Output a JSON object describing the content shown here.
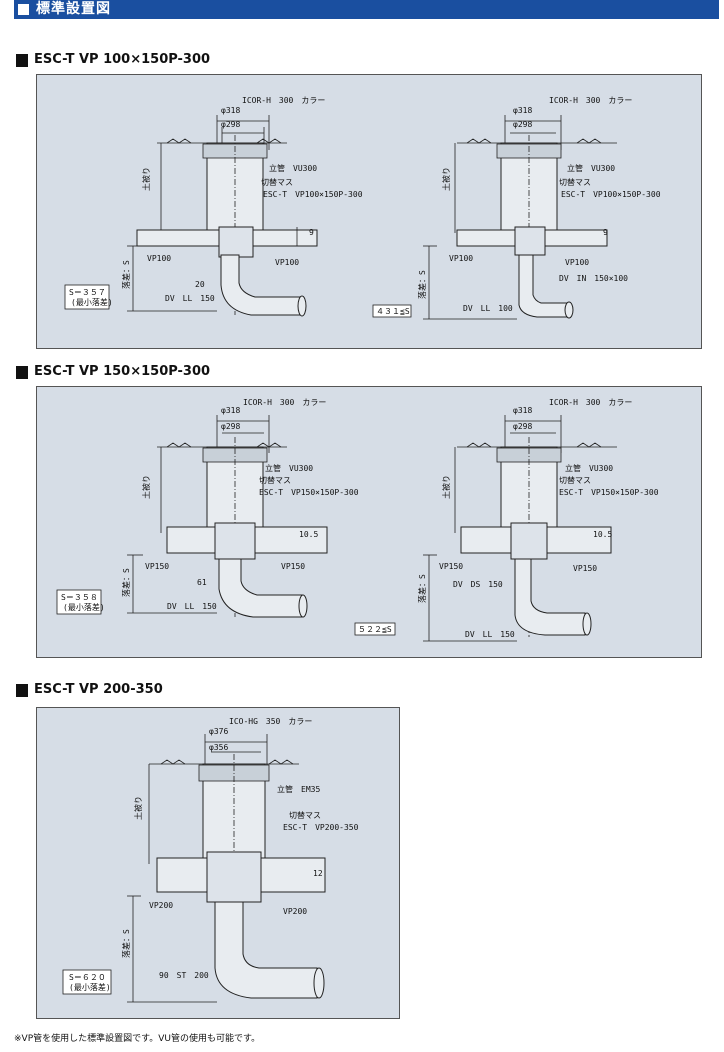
{
  "header": {
    "title": "標準設置図"
  },
  "diagrams": [
    {
      "title": "ESC-T VP 100×150P-300",
      "left": {
        "collar": "ICOR-H　300　カラー",
        "outer_dia": "φ318",
        "inner_dia": "φ298",
        "earth_cover": "土被り",
        "riser": "立管　VU300",
        "switch_label": "切替マス",
        "model": "ESC-T　VP100×150P-300",
        "dim_side": "9",
        "pipe_left": "VP100",
        "pipe_right": "VP100",
        "dim_lower": "20",
        "drop": "落差：S",
        "elbow": "DV　LL　150",
        "s_value": "S＝３５７",
        "s_note": "(最小落差)"
      },
      "right": {
        "collar": "ICOR-H　300　カラー",
        "outer_dia": "φ318",
        "inner_dia": "φ298",
        "earth_cover": "土被り",
        "riser": "立管　VU300",
        "switch_label": "切替マス",
        "model": "ESC-T　VP100×150P-300",
        "dim_side": "9",
        "pipe_left": "VP100",
        "pipe_right": "VP100",
        "fitting": "DV　IN　150×100",
        "drop": "落差：S",
        "elbow": "DV　LL　100",
        "s_range": "４３１≦S"
      }
    },
    {
      "title": "ESC-T VP 150×150P-300",
      "left": {
        "collar": "ICOR-H　300　カラー",
        "outer_dia": "φ318",
        "inner_dia": "φ298",
        "earth_cover": "土被り",
        "riser": "立管　VU300",
        "switch_label": "切替マス",
        "model": "ESC-T　VP150×150P-300",
        "dim_side": "10.5",
        "pipe_left": "VP150",
        "pipe_right": "VP150",
        "dim_lower": "61",
        "drop": "落差：S",
        "elbow": "DV　LL　150",
        "s_value": "S＝３５８",
        "s_note": "(最小落差)"
      },
      "right": {
        "collar": "ICOR-H　300　カラー",
        "outer_dia": "φ318",
        "inner_dia": "φ298",
        "earth_cover": "土被り",
        "riser": "立管　VU300",
        "switch_label": "切替マス",
        "model": "ESC-T　VP150×150P-300",
        "dim_side": "10.5",
        "pipe_left": "VP150",
        "pipe_right": "VP150",
        "fitting": "DV　DS　150",
        "drop": "落差：S",
        "elbow": "DV　LL　150",
        "s_range": "５２２≦S"
      }
    },
    {
      "title": "ESC-T VP 200-350",
      "left": {
        "collar": "ICO-HG　350　カラー",
        "outer_dia": "φ376",
        "inner_dia": "φ356",
        "earth_cover": "土被り",
        "riser": "立管　EM35",
        "switch_label": "切替マス",
        "model": "ESC-T　VP200-350",
        "dim_side": "12",
        "pipe_left": "VP200",
        "pipe_right": "VP200",
        "drop": "落差：S",
        "elbow": "90　ST　200",
        "s_value": "S＝６２０",
        "s_note": "(最小落差)"
      }
    }
  ],
  "footnote": "※VP管を使用した標準設置図です。VU管の使用も可能です。"
}
